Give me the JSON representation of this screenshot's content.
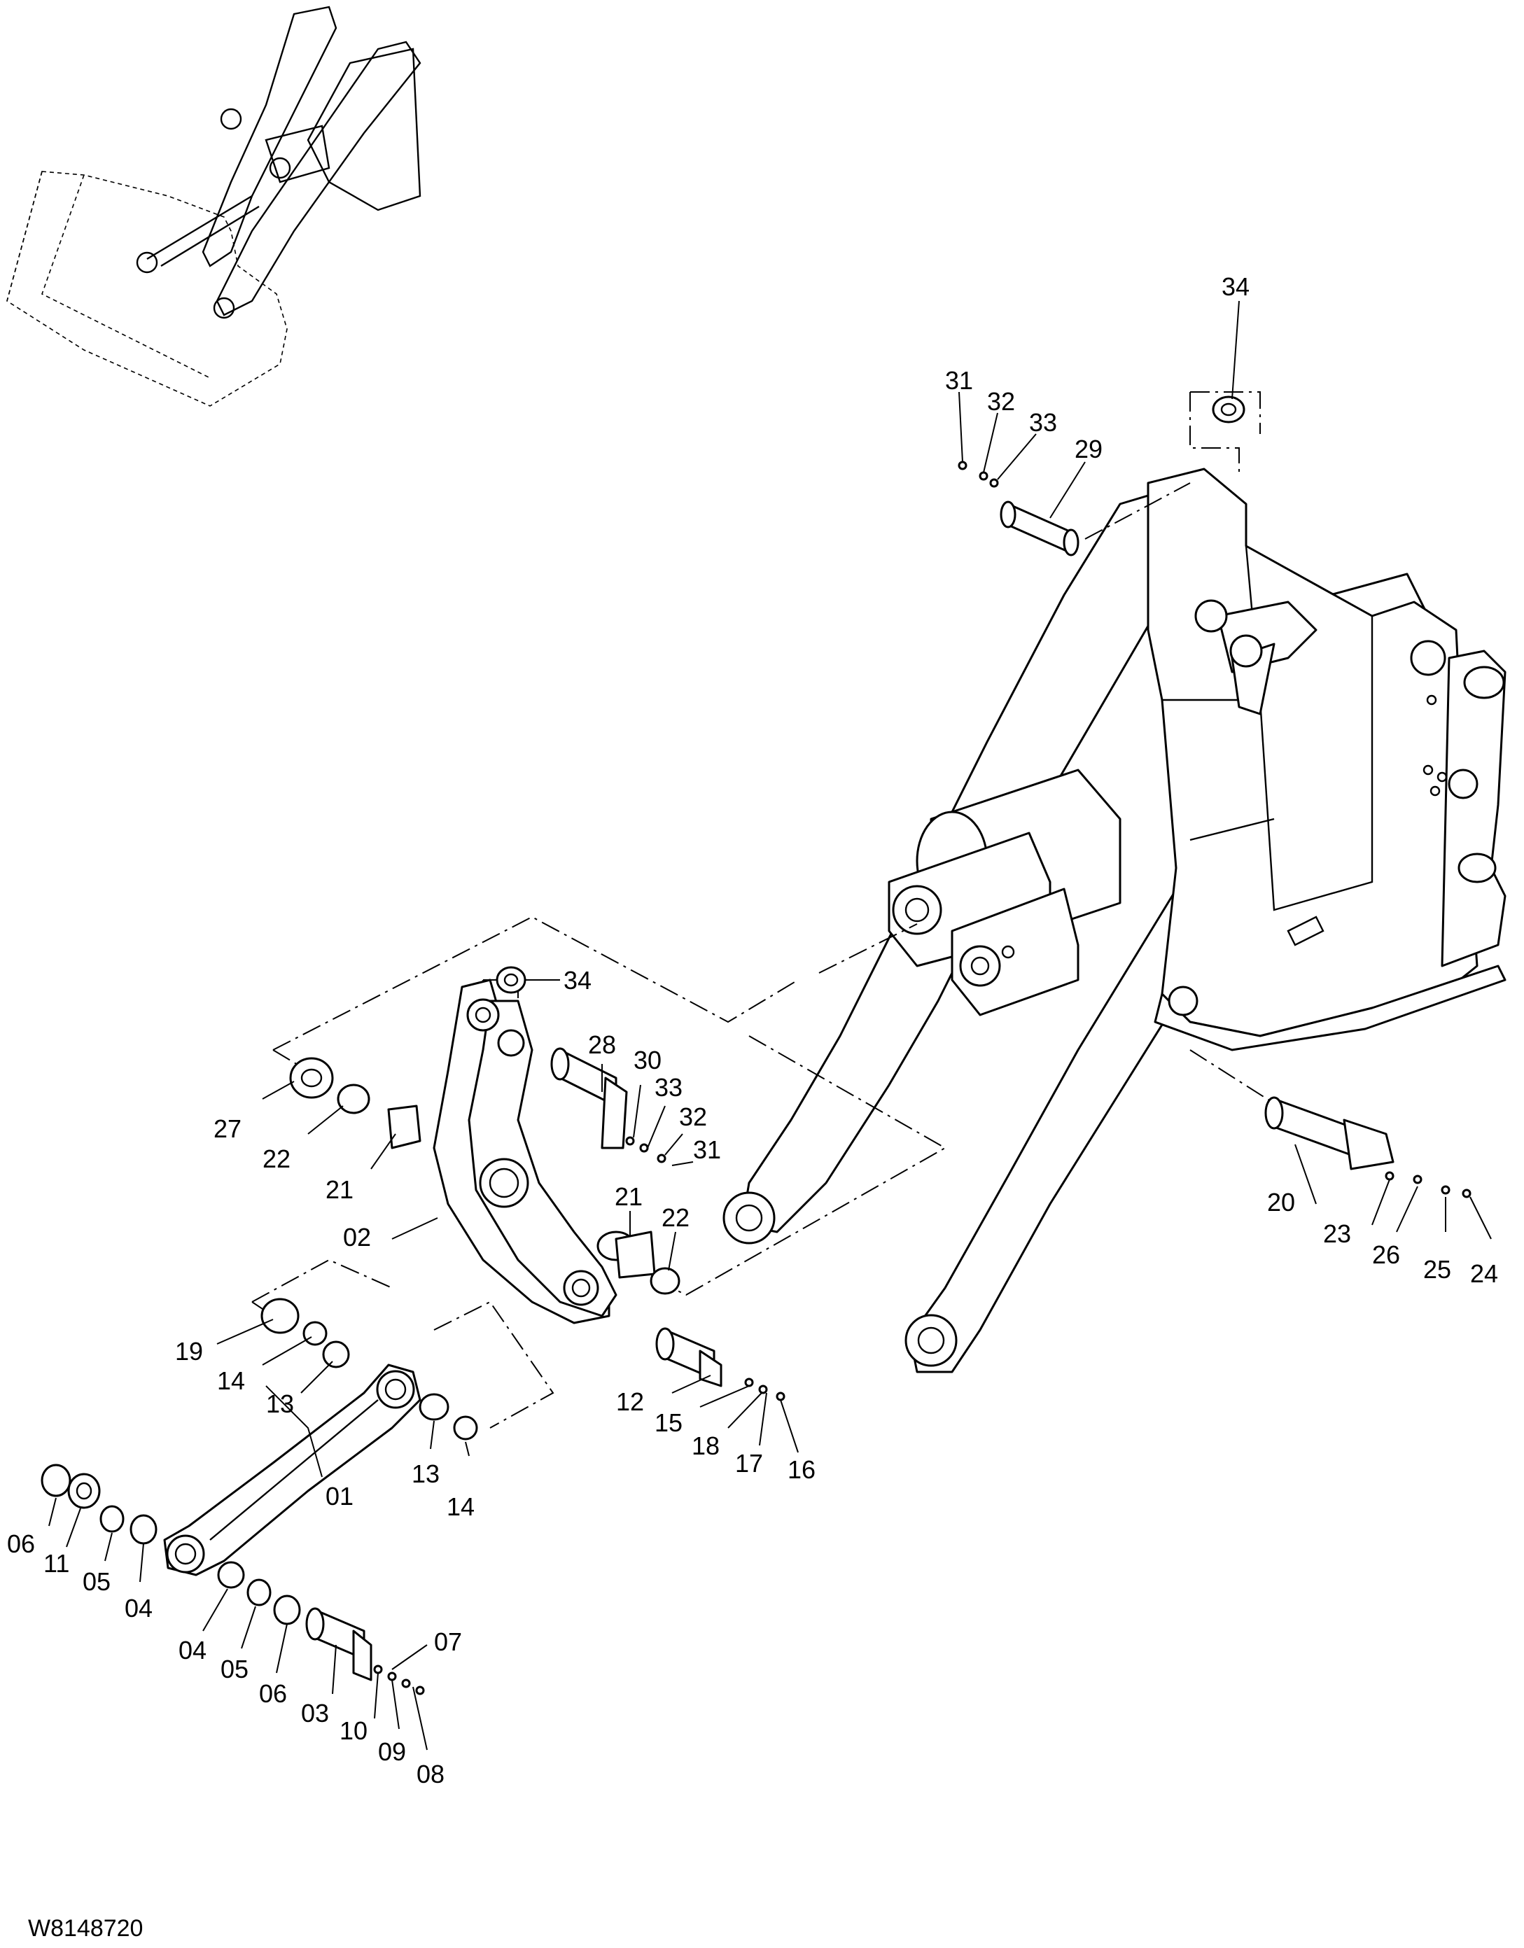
{
  "drawing_code": "W8148720",
  "callouts": {
    "c01": "01",
    "c02": "02",
    "c03": "03",
    "c04a": "04",
    "c04b": "04",
    "c05a": "05",
    "c05b": "05",
    "c06a": "06",
    "c06b": "06",
    "c07": "07",
    "c08": "08",
    "c09": "09",
    "c10": "10",
    "c11": "11",
    "c12": "12",
    "c13a": "13",
    "c13b": "13",
    "c14a": "14",
    "c14b": "14",
    "c15": "15",
    "c16": "16",
    "c17": "17",
    "c18": "18",
    "c19": "19",
    "c20": "20",
    "c21a": "21",
    "c21b": "21",
    "c22a": "22",
    "c22b": "22",
    "c23": "23",
    "c24": "24",
    "c25": "25",
    "c26": "26",
    "c27": "27",
    "c28": "28",
    "c29": "29",
    "c30": "30",
    "c31a": "31",
    "c31b": "31",
    "c32a": "32",
    "c32b": "32",
    "c33a": "33",
    "c33b": "33",
    "c34a": "34",
    "c34b": "34"
  }
}
